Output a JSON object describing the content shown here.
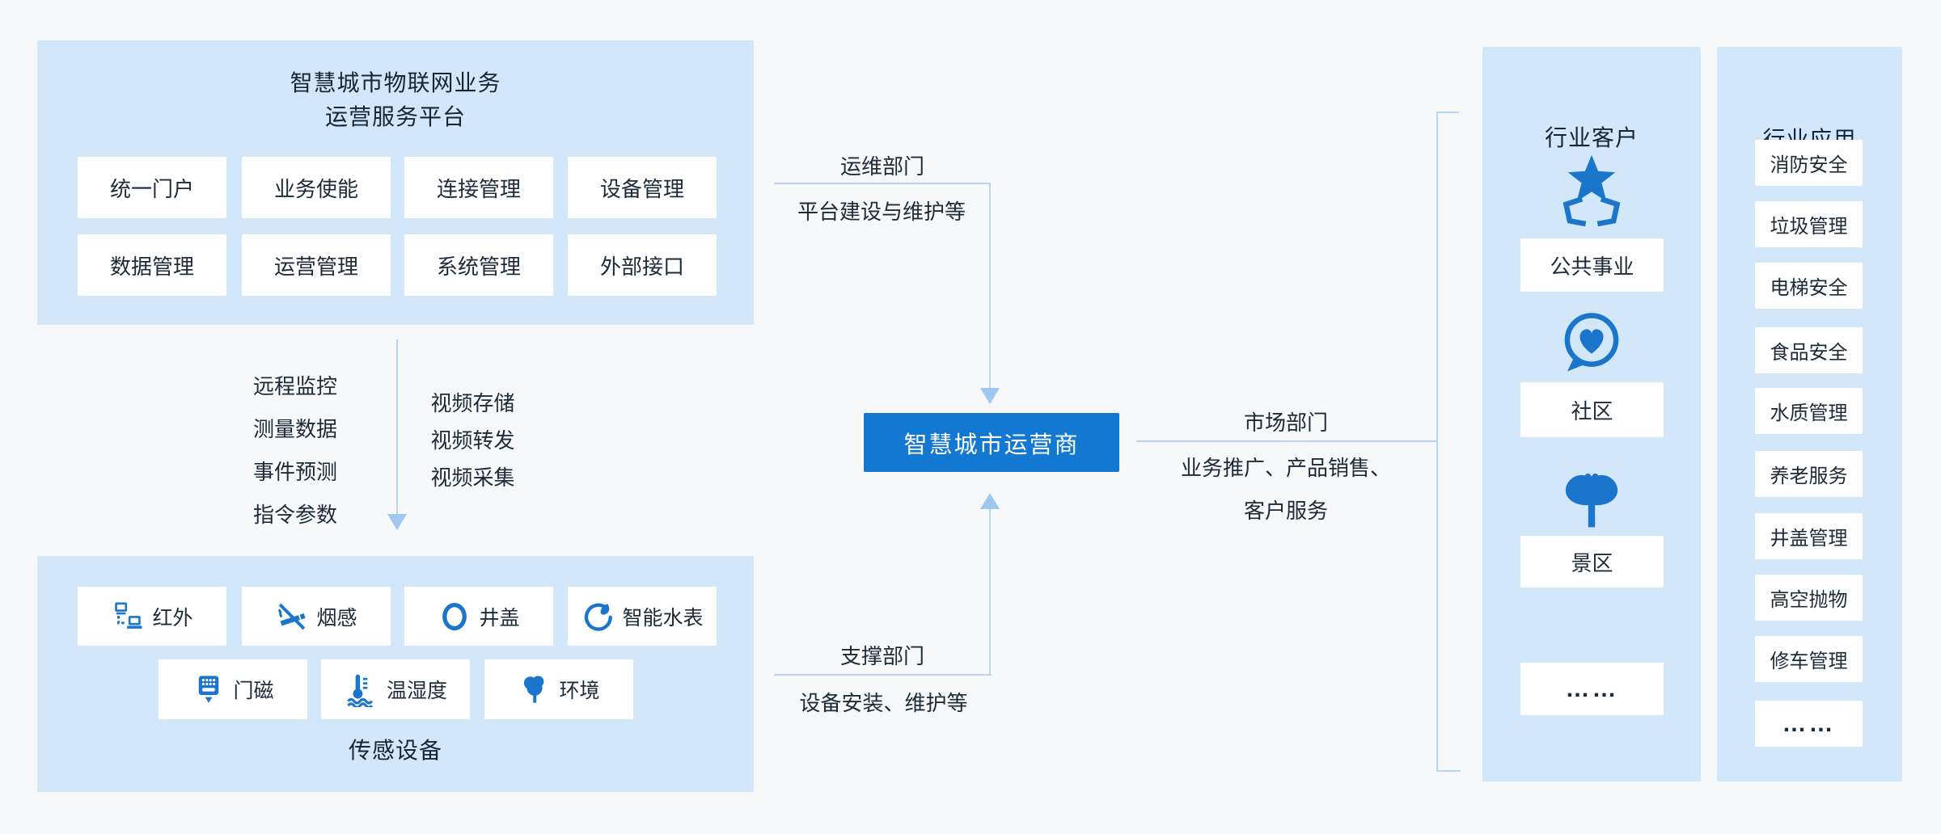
{
  "colors": {
    "accent_blue": "#1278d2",
    "icon_blue": "#1b76cb",
    "panel_blue": "#d2e7fa",
    "connector_blue": "#b9d6f2",
    "text_dark": "#1c2b3a"
  },
  "platform": {
    "title_line1": "智慧城市物联网业务",
    "title_line2": "运营服务平台",
    "modules": [
      "统一门户",
      "业务使能",
      "连接管理",
      "设备管理",
      "数据管理",
      "运营管理",
      "系统管理",
      "外部接口"
    ]
  },
  "uplink_labels": [
    "远程监控",
    "测量数据",
    "事件预测",
    "指令参数"
  ],
  "video_labels": [
    "视频存储",
    "视频转发",
    "视频采集"
  ],
  "sensors": {
    "caption": "传感设备",
    "row1": [
      {
        "icon": "infrared-icon",
        "label": "红外"
      },
      {
        "icon": "smoke-icon",
        "label": "烟感"
      },
      {
        "icon": "manhole-icon",
        "label": "井盖"
      },
      {
        "icon": "water-meter-icon",
        "label": "智能水表"
      }
    ],
    "row2": [
      {
        "icon": "door-magnet-icon",
        "label": "门磁"
      },
      {
        "icon": "temp-humidity-icon",
        "label": "温湿度"
      },
      {
        "icon": "environment-icon",
        "label": "环境"
      }
    ]
  },
  "operator": {
    "label": "智慧城市运营商"
  },
  "departments": {
    "ops": {
      "name": "运维部门",
      "desc": "平台建设与维护等"
    },
    "support": {
      "name": "支撑部门",
      "desc": "设备安装、维护等"
    },
    "market": {
      "name": "市场部门",
      "desc_line1": "业务推广、产品销售、",
      "desc_line2": "客户服务"
    }
  },
  "customers": {
    "title": "行业客户",
    "items": [
      {
        "icon": "star-icon",
        "label": "公共事业"
      },
      {
        "icon": "heart-bubble-icon",
        "label": "社区"
      },
      {
        "icon": "tree-icon",
        "label": "景区"
      },
      {
        "icon": "",
        "label": "……"
      }
    ]
  },
  "applications": {
    "title": "行业应用",
    "items": [
      "消防安全",
      "垃圾管理",
      "电梯安全",
      "食品安全",
      "水质管理",
      "养老服务",
      "井盖管理",
      "高空抛物",
      "修车管理",
      "……"
    ]
  }
}
